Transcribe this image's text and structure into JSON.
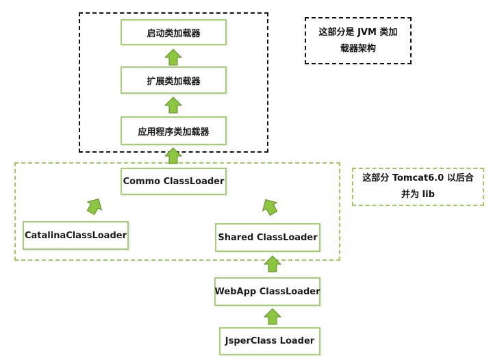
{
  "jvm_group": {
    "bootstrap_loader": "启动类加载器",
    "extension_loader": "扩展类加载器",
    "application_loader": "应用程序类加载器"
  },
  "tomcat_group": {
    "common_loader": "Commo ClassLoader",
    "catalina_loader": "CatalinaClassLoader",
    "shared_loader": "Shared ClassLoader"
  },
  "webapp_loader": "WebApp ClassLoader",
  "jasper_loader": "JsperClass Loader",
  "notes": {
    "jvm_note_line1": "这部分是 JVM 类加",
    "jvm_note_line2": "载器架构",
    "tomcat_note_line1": "这部分 Tomcat6.0 以后合",
    "tomcat_note_line2": "并为 lib"
  },
  "colors": {
    "arrow_fill": "#8cc63f",
    "arrow_stroke": "#5e8a2b",
    "node_border": "#a5cf74",
    "green_dash": "#9ccc5a",
    "black_dash": "#111111"
  }
}
